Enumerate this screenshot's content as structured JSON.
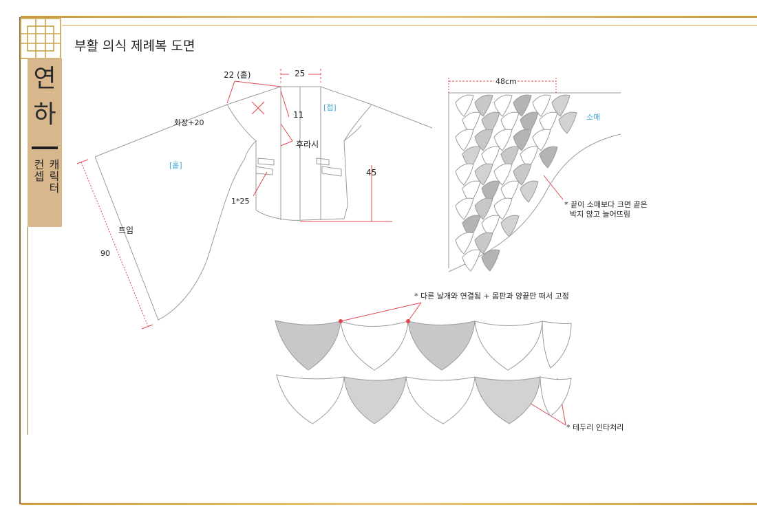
{
  "title": "부활 의식 제례복 도면",
  "side": {
    "char1": "연",
    "char2": "하",
    "vertical_col1": "캐릭터",
    "vertical_col2": "컨셉"
  },
  "garment": {
    "shoulder_dim": "22 (홑)",
    "neck_dim": "25",
    "sleeve_dim": "화장+20",
    "fold_label": "[접]",
    "single_label": "[홑]",
    "small_dim": "11",
    "hem_label": "후라시",
    "length_dim": "45",
    "tie_dim": "1*25",
    "slit_label": "트임",
    "side_length": "90"
  },
  "sleeve_panel": {
    "width_dim": "48cm",
    "sleeve_label": "소매",
    "note_line1": "* 끝이 소매보다 크면 끝은",
    "note_line2": "박지 않고 늘어뜨림"
  },
  "feather_detail": {
    "top_note": "* 다른 날개와 연결됨 + 몸판과 양끝만 떠서 고정",
    "edge_note": "* 테두리 인타처리"
  },
  "colors": {
    "gold": "#c9a04a",
    "brown": "#8a6a3a",
    "panel": "#d9b78d",
    "red": "#e0464f",
    "blue": "#43a7d8",
    "gray_dark": "#b4b4b4",
    "gray_light": "#d2d2d2"
  }
}
